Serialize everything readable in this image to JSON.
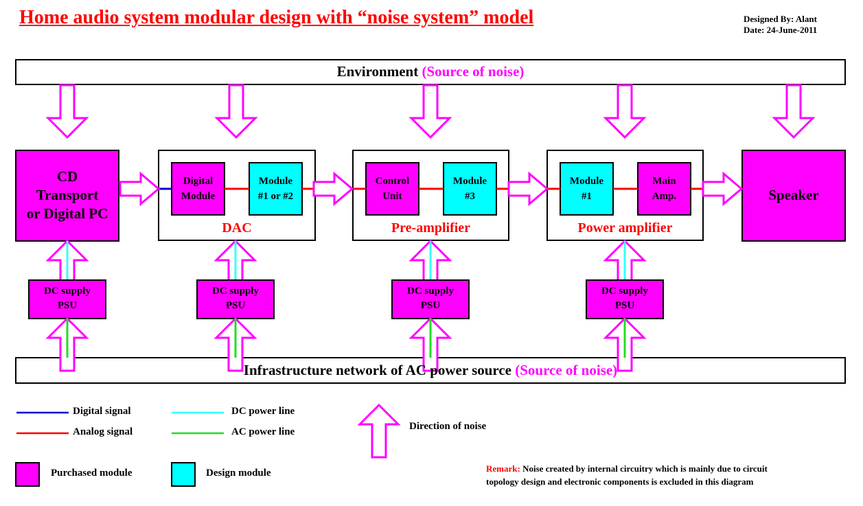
{
  "header": {
    "title": "Home audio system modular design with “noise system” model",
    "designed_by": "Designed By: Alant",
    "date": "Date: 24-June-2011"
  },
  "environment": {
    "label": "Environment",
    "noise_note": "(Source of noise)"
  },
  "infrastructure": {
    "label": "Infrastructure network of AC power source",
    "noise_note": "(Source of noise)"
  },
  "cd_transport": {
    "line1": "CD",
    "line2": "Transport",
    "line3": "or Digital PC"
  },
  "dac": {
    "label": "DAC",
    "module_a": {
      "line1": "Digital",
      "line2": "Module"
    },
    "module_b": {
      "line1": "Module",
      "line2": "#1 or #2"
    }
  },
  "preamp": {
    "label": "Pre-amplifier",
    "module_a": {
      "line1": "Control",
      "line2": "Unit"
    },
    "module_b": {
      "line1": "Module",
      "line2": "#3"
    }
  },
  "power_amp": {
    "label": "Power amplifier",
    "module_a": {
      "line1": "Module",
      "line2": "#1"
    },
    "module_b": {
      "line1": "Main",
      "line2": "Amp."
    }
  },
  "speaker": {
    "label": "Speaker"
  },
  "psu": {
    "line1": "DC supply",
    "line2": "PSU"
  },
  "legend": {
    "digital_signal": "Digital signal",
    "analog_signal": "Analog signal",
    "dc_power_line": "DC power line",
    "ac_power_line": "AC power line",
    "direction_of_noise": "Direction of noise",
    "purchased_module": "Purchased module",
    "design_module": "Design module"
  },
  "remark": {
    "label": "Remark:",
    "line1": "Noise created by internal circuitry which is mainly due to circuit",
    "line2": "topology design and electronic components is excluded in this diagram"
  },
  "colors": {
    "purchased": "#ff00ff",
    "design": "#00ffff",
    "digital_signal": "#0000cc",
    "analog_signal": "#ff0000",
    "dc_power": "#33ffff",
    "ac_power": "#22dd22",
    "noise_arrow": "#ff00ff"
  }
}
